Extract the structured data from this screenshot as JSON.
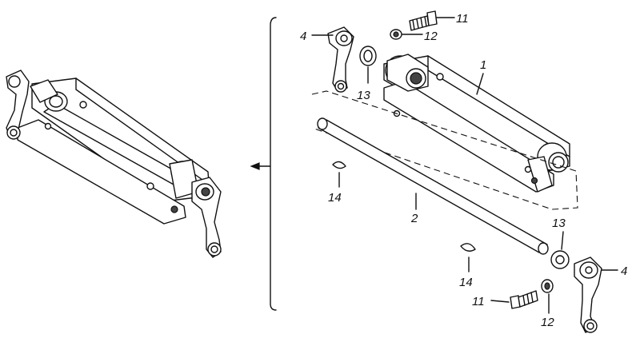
{
  "callouts": {
    "c11_top": "11",
    "c12_top": "12",
    "c4_top": "4",
    "c13_top": "13",
    "c1": "1",
    "c2": "2",
    "c14_left": "14",
    "c13_bottom": "13",
    "c4_bottom": "4",
    "c14_bottom": "14",
    "c11_bottom": "11",
    "c12_bottom": "12"
  }
}
